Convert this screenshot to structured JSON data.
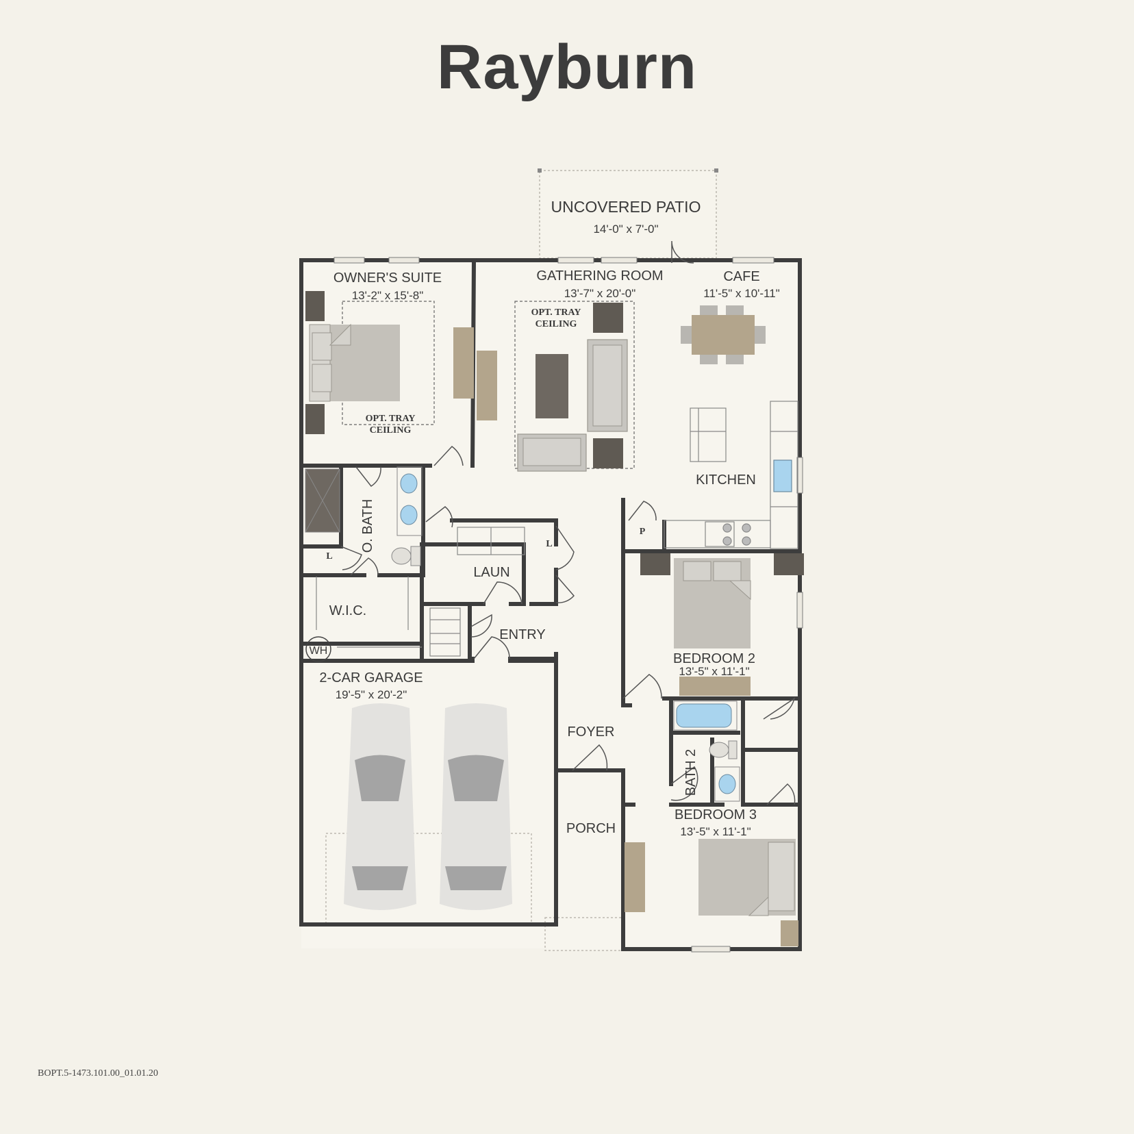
{
  "title": "Rayburn",
  "doc_code": "BOPT.5-1473.101.00_01.01.20",
  "rooms": {
    "patio": {
      "name": "UNCOVERED PATIO",
      "size": "14'-0\" x 7'-0\""
    },
    "owners": {
      "name": "OWNER'S SUITE",
      "size": "13'-2\" x 15'-8\""
    },
    "gathering": {
      "name": "GATHERING ROOM",
      "size": "13'-7\" x 20'-0\""
    },
    "cafe": {
      "name": "CAFE",
      "size": "11'-5\" x 10'-11\""
    },
    "kitchen": {
      "name": "KITCHEN"
    },
    "obath": {
      "name": "O. BATH"
    },
    "laun": {
      "name": "LAUN"
    },
    "wic": {
      "name": "W.I.C."
    },
    "wh": {
      "name": "WH"
    },
    "entry": {
      "name": "ENTRY"
    },
    "garage": {
      "name": "2-CAR GARAGE",
      "size": "19'-5\" x 20'-2\""
    },
    "foyer": {
      "name": "FOYER"
    },
    "porch": {
      "name": "PORCH"
    },
    "bed2": {
      "name": "BEDROOM 2",
      "size": "13'-5\" x 11'-1\""
    },
    "bath2": {
      "name": "BATH 2"
    },
    "bed3": {
      "name": "BEDROOM 3",
      "size": "13'-5\" x 11'-1\""
    }
  },
  "notes": {
    "tray_owner": [
      "OPT. TRAY",
      "CEILING"
    ],
    "tray_gather": [
      "OPT. TRAY",
      "CEILING"
    ],
    "linen": "L",
    "pantry": "P"
  },
  "colors": {
    "wall": "#3d3d3d",
    "floor": "#f7f5ee",
    "bed": "#c4c1ba",
    "wood": "#b3a58c",
    "nightstand": "#5f5a53",
    "water": "#a9d4ee",
    "car": "#e3e2df",
    "car_glass": "#a4a4a4"
  }
}
